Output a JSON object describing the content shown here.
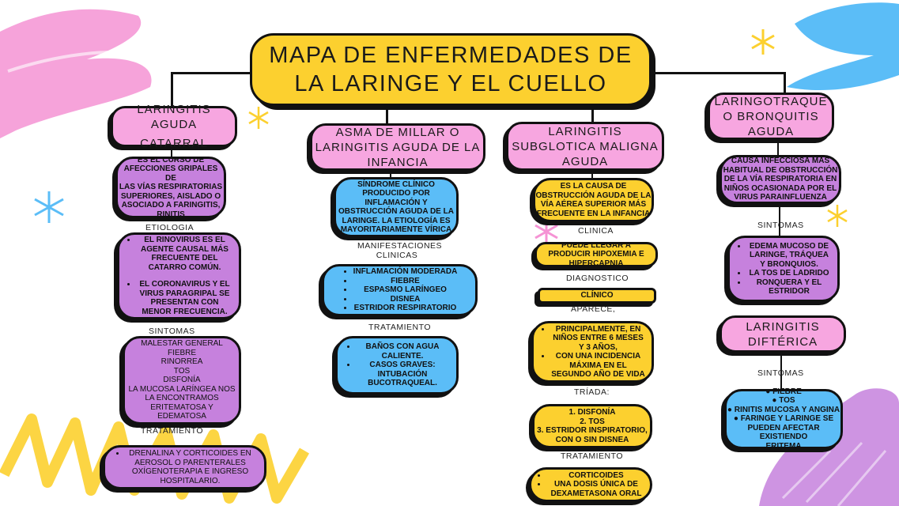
{
  "title": [
    "MAPA DE ENFERMEDADES DE",
    "LA LARINGE Y EL CUELLO"
  ],
  "col1": {
    "heading": [
      "LARINGITIS  AGUDA",
      "CATARRAL"
    ],
    "def": [
      "ES EL CURSO DE",
      "AFECCIONES GRIPALES DE",
      "LAS VÍAS RESPIRATORIAS",
      "SUPERIORES, AISLADO O",
      "ASOCIADO A FARINGITIS,",
      "RINITIS"
    ],
    "label_etiologia": "ETIOLOGIA",
    "etiologia": [
      "EL RINOVIRUS ES EL AGENTE CAUSAL MÁS FRECUENTE DEL CATARRO COMÚN.",
      "EL CORONAVIRUS Y EL VIRUS PARAGRIPAL SE PRESENTAN CON MENOR FRECUENCIA."
    ],
    "label_sintomas": "SINTOMAS",
    "sintomas": [
      "MALESTAR GENERAL",
      "FIEBRE",
      "RINORREA",
      "TOS",
      "DISFONÍA",
      "LA MUCOSA LARÍNGEA NOS",
      "LA ENCONTRAMOS",
      "ERITEMATOSA Y",
      "EDEMATOSA"
    ],
    "label_tratamiento": "TRATAMIENTO",
    "tratamiento": "DRENALINA Y CORTICOIDES EN AEROSOL O PARENTERALES OXÍGENOTERAPIA E INGRESO HOSPITALARIO."
  },
  "col2": {
    "heading": [
      "ASMA DE MILLAR O",
      "LARINGITIS AGUDA DE LA",
      "INFANCIA"
    ],
    "def": [
      "SÍNDROME CLÍNICO",
      "PRODUCIDO POR",
      "INFLAMACIÓN Y",
      "OBSTRUCCIÓN AGUDA DE LA",
      "LARINGE. LA ETIOLOGÍA ES",
      "MAYORITARIAMENTE VÍRICA"
    ],
    "label_manifestaciones": [
      "MANIFESTACIONES",
      "CLINICAS"
    ],
    "manifestaciones": [
      "INFLAMACIÓN MODERADA",
      "FIEBRE",
      "ESPASMO LARÍNGEO",
      "DISNEA",
      "ESTRIDOR RESPIRATORIO"
    ],
    "label_tratamiento": "TRATAMIENTO",
    "tratamiento": [
      "BAÑOS CON AGUA CALIENTE.",
      "CASOS GRAVES: INTUBACIÓN BUCOTRAQUEAL."
    ]
  },
  "col3": {
    "heading": [
      "LARINGITIS",
      "SUBGLOTICA  MALIGNA",
      "AGUDA"
    ],
    "def": [
      "ES LA CAUSA DE",
      "OBSTRUCCIÓN AGUDA DE LA",
      "VÍA AÉREA SUPERIOR MÁS",
      "FRECUENTE EN LA INFANCIA"
    ],
    "label_clinica": "CLINICA",
    "clinica": "PUEDE LLEGAR A PRODUCIR HIPOXEMIA E HIPERCAPNIA",
    "label_diagnostico": "DIAGNOSTICO",
    "diagnostico": "CLÍNICO",
    "label_aparece": "APARECE,",
    "aparece": [
      "PRINCIPALMENTE, EN NIÑOS ENTRE 6 MESES Y 3 AÑOS,",
      "CON UNA INCIDENCIA MÁXIMA EN EL SEGUNDO AÑO DE VIDA"
    ],
    "label_triada": "TRÍADA:",
    "triada": [
      "1. DISFONÍA",
      "2. TOS",
      "3. ESTRIDOR INSPIRATORIO,",
      "CON O SIN DISNEA"
    ],
    "label_tratamiento": "TRATAMIENTO",
    "tratamiento": [
      "CORTICOIDES",
      "UNA DOSIS ÚNICA DE DEXAMETASONA  ORAL"
    ]
  },
  "col4": {
    "heading": [
      "LARINGOTRAQUE",
      "O BRONQUITIS",
      "AGUDA"
    ],
    "def": [
      "CAUSA INFECCIOSA MÁS",
      "HABITUAL DE OBSTRUCCIÓN",
      "DE LA VÍA RESPIRATORIA EN",
      "NIÑOS OCASIONADA  POR EL",
      "VIRUS PARAINFLUENZA"
    ],
    "label_sintomas": "SINTOMAS",
    "sintomas": [
      "EDEMA MUCOSO DE LARINGE, TRÁQUEA Y BRONQUIOS.",
      "LA TOS DE LADRIDO",
      "RONQUERA Y EL ESTRIDOR"
    ],
    "heading2": [
      "LARINGITIS",
      "DIFTÉRICA"
    ],
    "label_sintomas2": "SINTOMAS",
    "sintomas2": [
      "● FIEBRE",
      "● TOS",
      "● RINITIS MUCOSA Y ANGINA",
      "● FARINGE Y LARINGE SE",
      "PUEDEN  AFECTAR EXISTIENDO",
      "ERITEMA"
    ]
  },
  "colors": {
    "yellow": "#fcd02f",
    "pink": "#f7a6e0",
    "purple": "#c681dd",
    "blue": "#5bbdf7"
  }
}
